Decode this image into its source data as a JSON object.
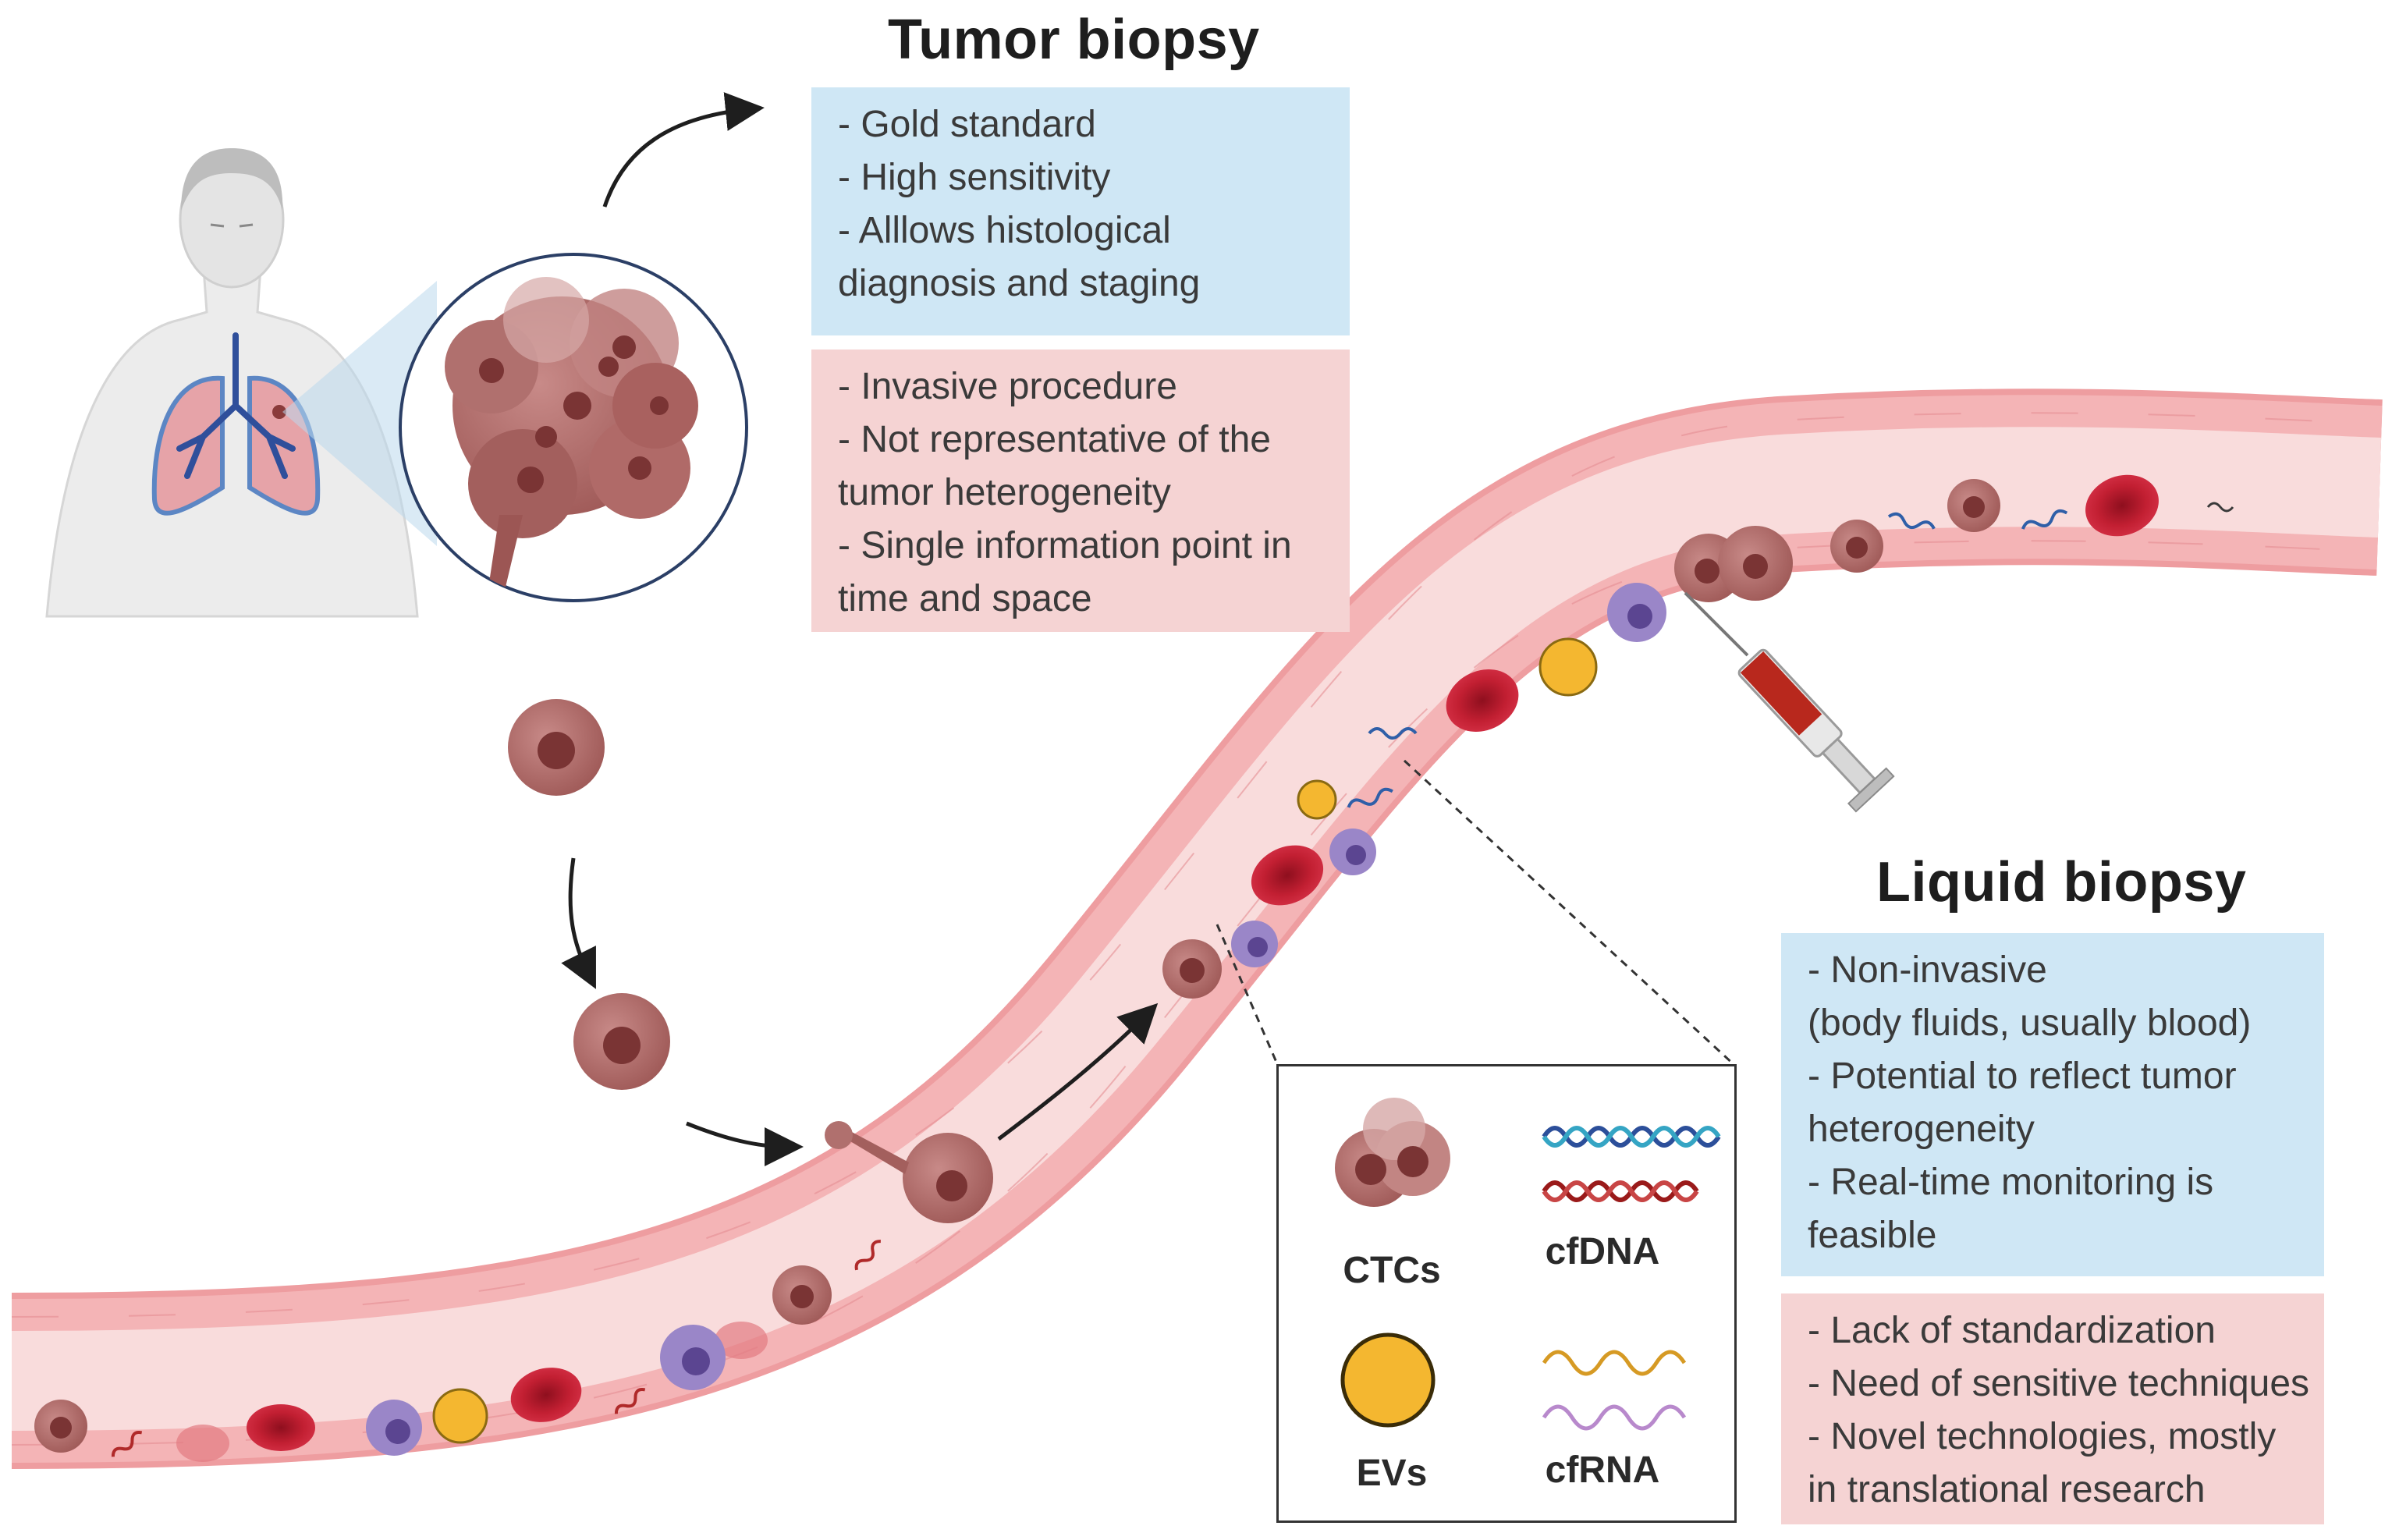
{
  "tumor_biopsy": {
    "title": "Tumor biopsy",
    "advantages": [
      "- Gold standard",
      "- High sensitivity",
      "- Alllows histological",
      "diagnosis and staging"
    ],
    "disadvantages": [
      "- Invasive procedure",
      "- Not representative of the",
      "tumor heterogeneity",
      "- Single information point in",
      "time and space"
    ]
  },
  "liquid_biopsy": {
    "title": "Liquid biopsy",
    "advantages": [
      "- Non-invasive",
      "(body fluids, usually blood)",
      "- Potential to reflect tumor",
      "heterogeneity",
      "- Real-time monitoring is",
      "feasible"
    ],
    "disadvantages": [
      "- Lack of standardization",
      "- Need of sensitive techniques",
      "- Novel technologies, mostly",
      "in translational research"
    ]
  },
  "legend": {
    "ctcs": "CTCs",
    "cfdna": "cfDNA",
    "evs": "EVs",
    "cfrna": "cfRNA"
  },
  "colors": {
    "pro_box": "#cfe7f5",
    "con_box": "#f5d3d3",
    "vessel_wall": "#f3b3b3",
    "vessel_lumen": "#f8dcdc",
    "red_blood_cell": "#c21f32",
    "tumor_cell": "#a8615f",
    "ev": "#f4b730",
    "lymphocyte": "#9a86c8"
  }
}
